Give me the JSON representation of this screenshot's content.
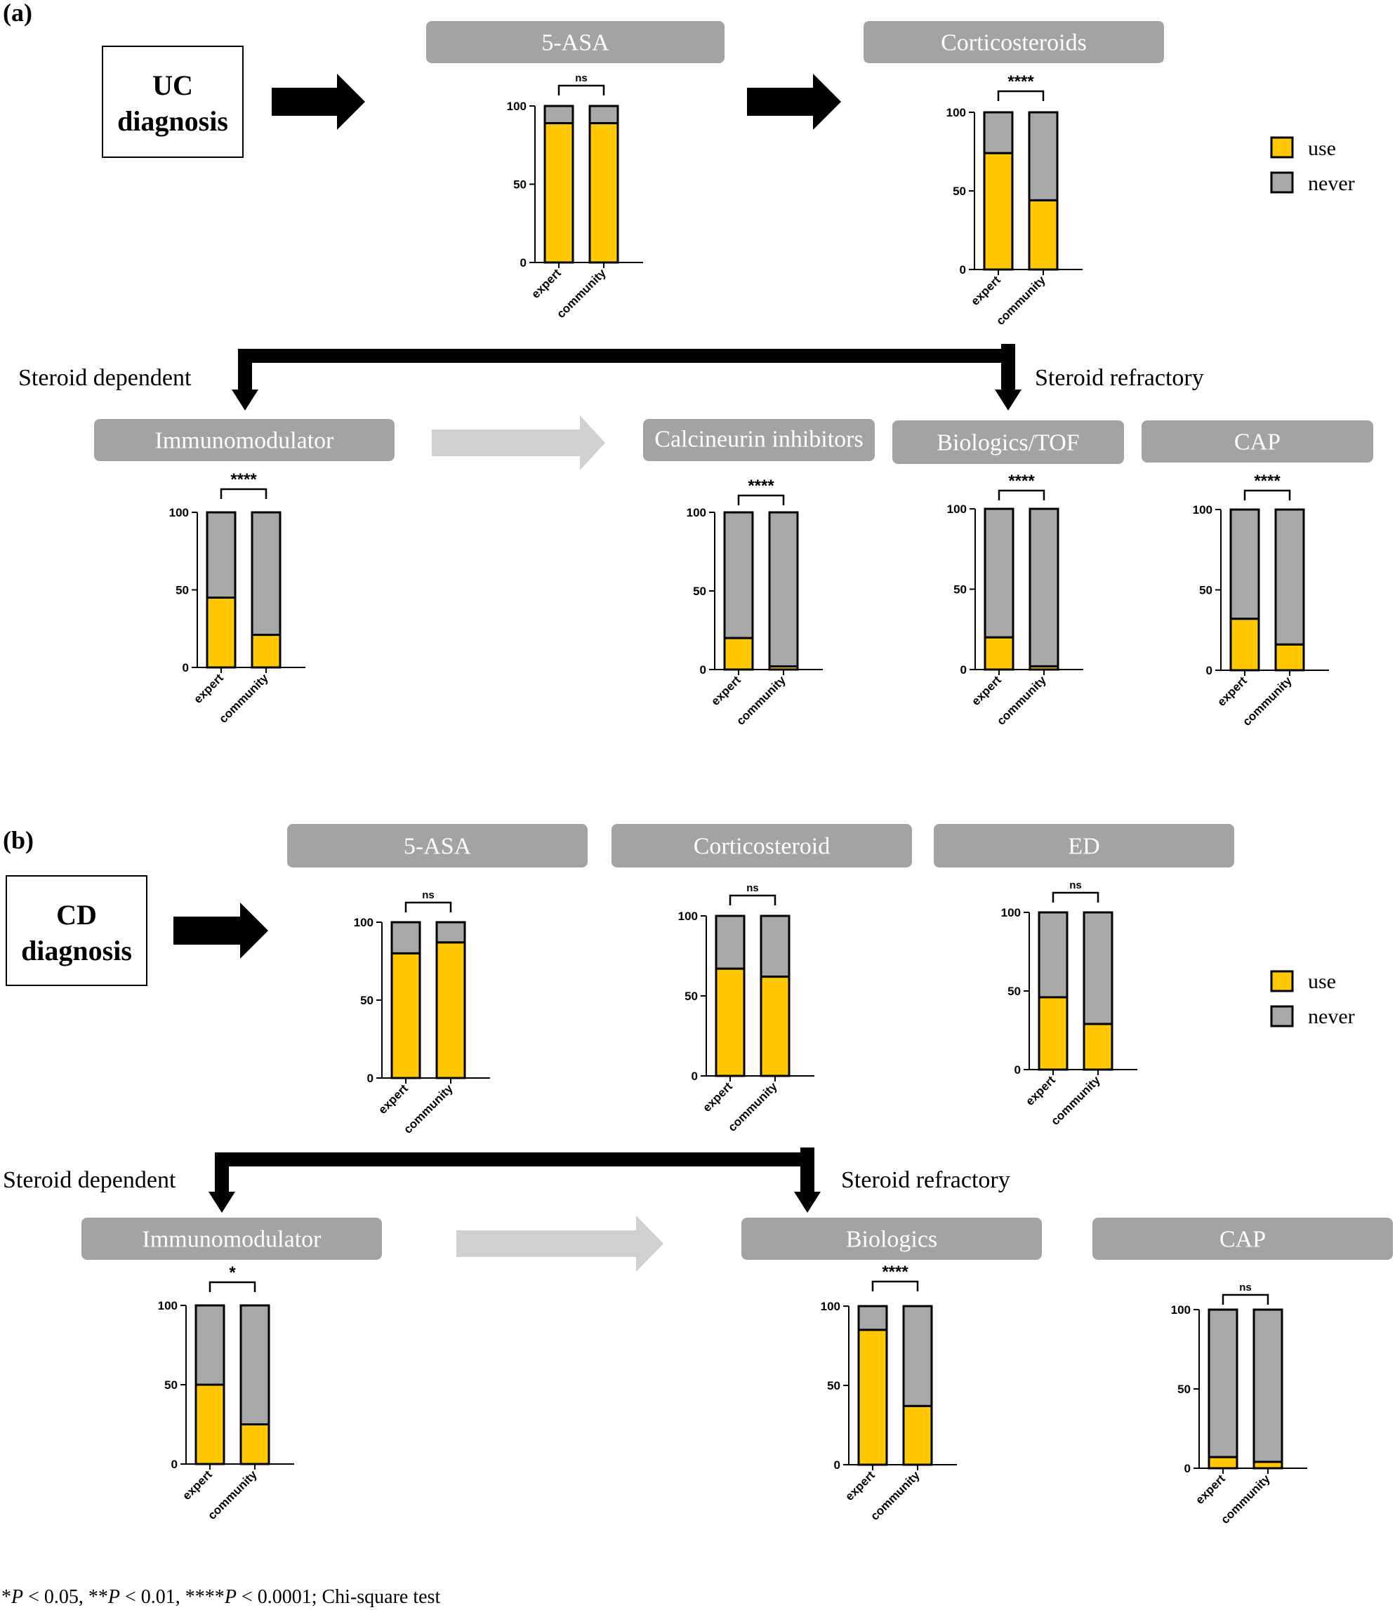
{
  "panels": [
    {
      "label": "(a)",
      "diagnosis": [
        "UC",
        "diagnosis"
      ]
    },
    {
      "label": "(b)",
      "diagnosis": [
        "CD",
        "diagnosis"
      ]
    }
  ],
  "branches": {
    "a_dependent": "Steroid dependent",
    "a_refractory": "Steroid refractory",
    "b_dependent": "Steroid dependent",
    "b_refractory": "Steroid refractory"
  },
  "legend": {
    "items": [
      {
        "label": "use",
        "color": "#FFC800"
      },
      {
        "label": "never",
        "color": "#A8A8A8"
      }
    ]
  },
  "colors": {
    "use": "#FFC800",
    "never": "#A8A8A8",
    "title_box": "#A3A3A3",
    "arrow_light": "#D0D0D0"
  },
  "footnote": {
    "parts": [
      {
        "t": "*",
        "i": false
      },
      {
        "t": "P",
        "i": true
      },
      {
        "t": " < 0.05, **",
        "i": false
      },
      {
        "t": "P",
        "i": true
      },
      {
        "t": " < 0.01, ****",
        "i": false
      },
      {
        "t": "P",
        "i": true
      },
      {
        "t": " < 0.0001; Chi-square test",
        "i": false
      }
    ]
  },
  "chart_data": [
    {
      "panel": "a",
      "title": "5-ASA",
      "type": "bar",
      "stacked": true,
      "categories": [
        "expert",
        "community"
      ],
      "series": [
        {
          "name": "use",
          "values": [
            89,
            89
          ]
        },
        {
          "name": "never",
          "values": [
            11,
            11
          ]
        }
      ],
      "ylim": [
        0,
        100
      ],
      "yticks": [
        0,
        50,
        100
      ],
      "significance": "ns"
    },
    {
      "panel": "a",
      "title": "Corticosteroids",
      "type": "bar",
      "stacked": true,
      "categories": [
        "expert",
        "community"
      ],
      "series": [
        {
          "name": "use",
          "values": [
            74,
            44
          ]
        },
        {
          "name": "never",
          "values": [
            26,
            56
          ]
        }
      ],
      "ylim": [
        0,
        100
      ],
      "yticks": [
        0,
        50,
        100
      ],
      "significance": "****"
    },
    {
      "panel": "a",
      "title": "Immunomodulator",
      "type": "bar",
      "stacked": true,
      "categories": [
        "expert",
        "community"
      ],
      "series": [
        {
          "name": "use",
          "values": [
            45,
            21
          ]
        },
        {
          "name": "never",
          "values": [
            55,
            79
          ]
        }
      ],
      "ylim": [
        0,
        100
      ],
      "yticks": [
        0,
        50,
        100
      ],
      "significance": "****"
    },
    {
      "panel": "a",
      "title": "Calcineurin inhibitors",
      "type": "bar",
      "stacked": true,
      "categories": [
        "expert",
        "community"
      ],
      "series": [
        {
          "name": "use",
          "values": [
            20,
            2
          ]
        },
        {
          "name": "never",
          "values": [
            80,
            98
          ]
        }
      ],
      "ylim": [
        0,
        100
      ],
      "yticks": [
        0,
        50,
        100
      ],
      "significance": "****"
    },
    {
      "panel": "a",
      "title": "Biologics/TOF",
      "type": "bar",
      "stacked": true,
      "categories": [
        "expert",
        "community"
      ],
      "series": [
        {
          "name": "use",
          "values": [
            20,
            2
          ]
        },
        {
          "name": "never",
          "values": [
            80,
            98
          ]
        }
      ],
      "ylim": [
        0,
        100
      ],
      "yticks": [
        0,
        50,
        100
      ],
      "significance": "****"
    },
    {
      "panel": "a",
      "title": "CAP",
      "type": "bar",
      "stacked": true,
      "categories": [
        "expert",
        "community"
      ],
      "series": [
        {
          "name": "use",
          "values": [
            32,
            16
          ]
        },
        {
          "name": "never",
          "values": [
            68,
            84
          ]
        }
      ],
      "ylim": [
        0,
        100
      ],
      "yticks": [
        0,
        50,
        100
      ],
      "significance": "****"
    },
    {
      "panel": "b",
      "title": "5-ASA",
      "type": "bar",
      "stacked": true,
      "categories": [
        "expert",
        "community"
      ],
      "series": [
        {
          "name": "use",
          "values": [
            80,
            87
          ]
        },
        {
          "name": "never",
          "values": [
            20,
            13
          ]
        }
      ],
      "ylim": [
        0,
        100
      ],
      "yticks": [
        0,
        50,
        100
      ],
      "significance": "ns"
    },
    {
      "panel": "b",
      "title": "Corticosteroid",
      "type": "bar",
      "stacked": true,
      "categories": [
        "expert",
        "community"
      ],
      "series": [
        {
          "name": "use",
          "values": [
            67,
            62
          ]
        },
        {
          "name": "never",
          "values": [
            33,
            38
          ]
        }
      ],
      "ylim": [
        0,
        100
      ],
      "yticks": [
        0,
        50,
        100
      ],
      "significance": "ns"
    },
    {
      "panel": "b",
      "title": "ED",
      "type": "bar",
      "stacked": true,
      "categories": [
        "expert",
        "community"
      ],
      "series": [
        {
          "name": "use",
          "values": [
            46,
            29
          ]
        },
        {
          "name": "never",
          "values": [
            54,
            71
          ]
        }
      ],
      "ylim": [
        0,
        100
      ],
      "yticks": [
        0,
        50,
        100
      ],
      "significance": "ns"
    },
    {
      "panel": "b",
      "title": "Immunomodulator",
      "type": "bar",
      "stacked": true,
      "categories": [
        "expert",
        "community"
      ],
      "series": [
        {
          "name": "use",
          "values": [
            50,
            25
          ]
        },
        {
          "name": "never",
          "values": [
            50,
            75
          ]
        }
      ],
      "ylim": [
        0,
        100
      ],
      "yticks": [
        0,
        50,
        100
      ],
      "significance": "*"
    },
    {
      "panel": "b",
      "title": "Biologics",
      "type": "bar",
      "stacked": true,
      "categories": [
        "expert",
        "community"
      ],
      "series": [
        {
          "name": "use",
          "values": [
            85,
            37
          ]
        },
        {
          "name": "never",
          "values": [
            15,
            63
          ]
        }
      ],
      "ylim": [
        0,
        100
      ],
      "yticks": [
        0,
        50,
        100
      ],
      "significance": "****"
    },
    {
      "panel": "b",
      "title": "CAP",
      "type": "bar",
      "stacked": true,
      "categories": [
        "expert",
        "community"
      ],
      "series": [
        {
          "name": "use",
          "values": [
            7,
            4
          ]
        },
        {
          "name": "never",
          "values": [
            93,
            96
          ]
        }
      ],
      "ylim": [
        0,
        100
      ],
      "yticks": [
        0,
        50,
        100
      ],
      "significance": "ns"
    }
  ]
}
